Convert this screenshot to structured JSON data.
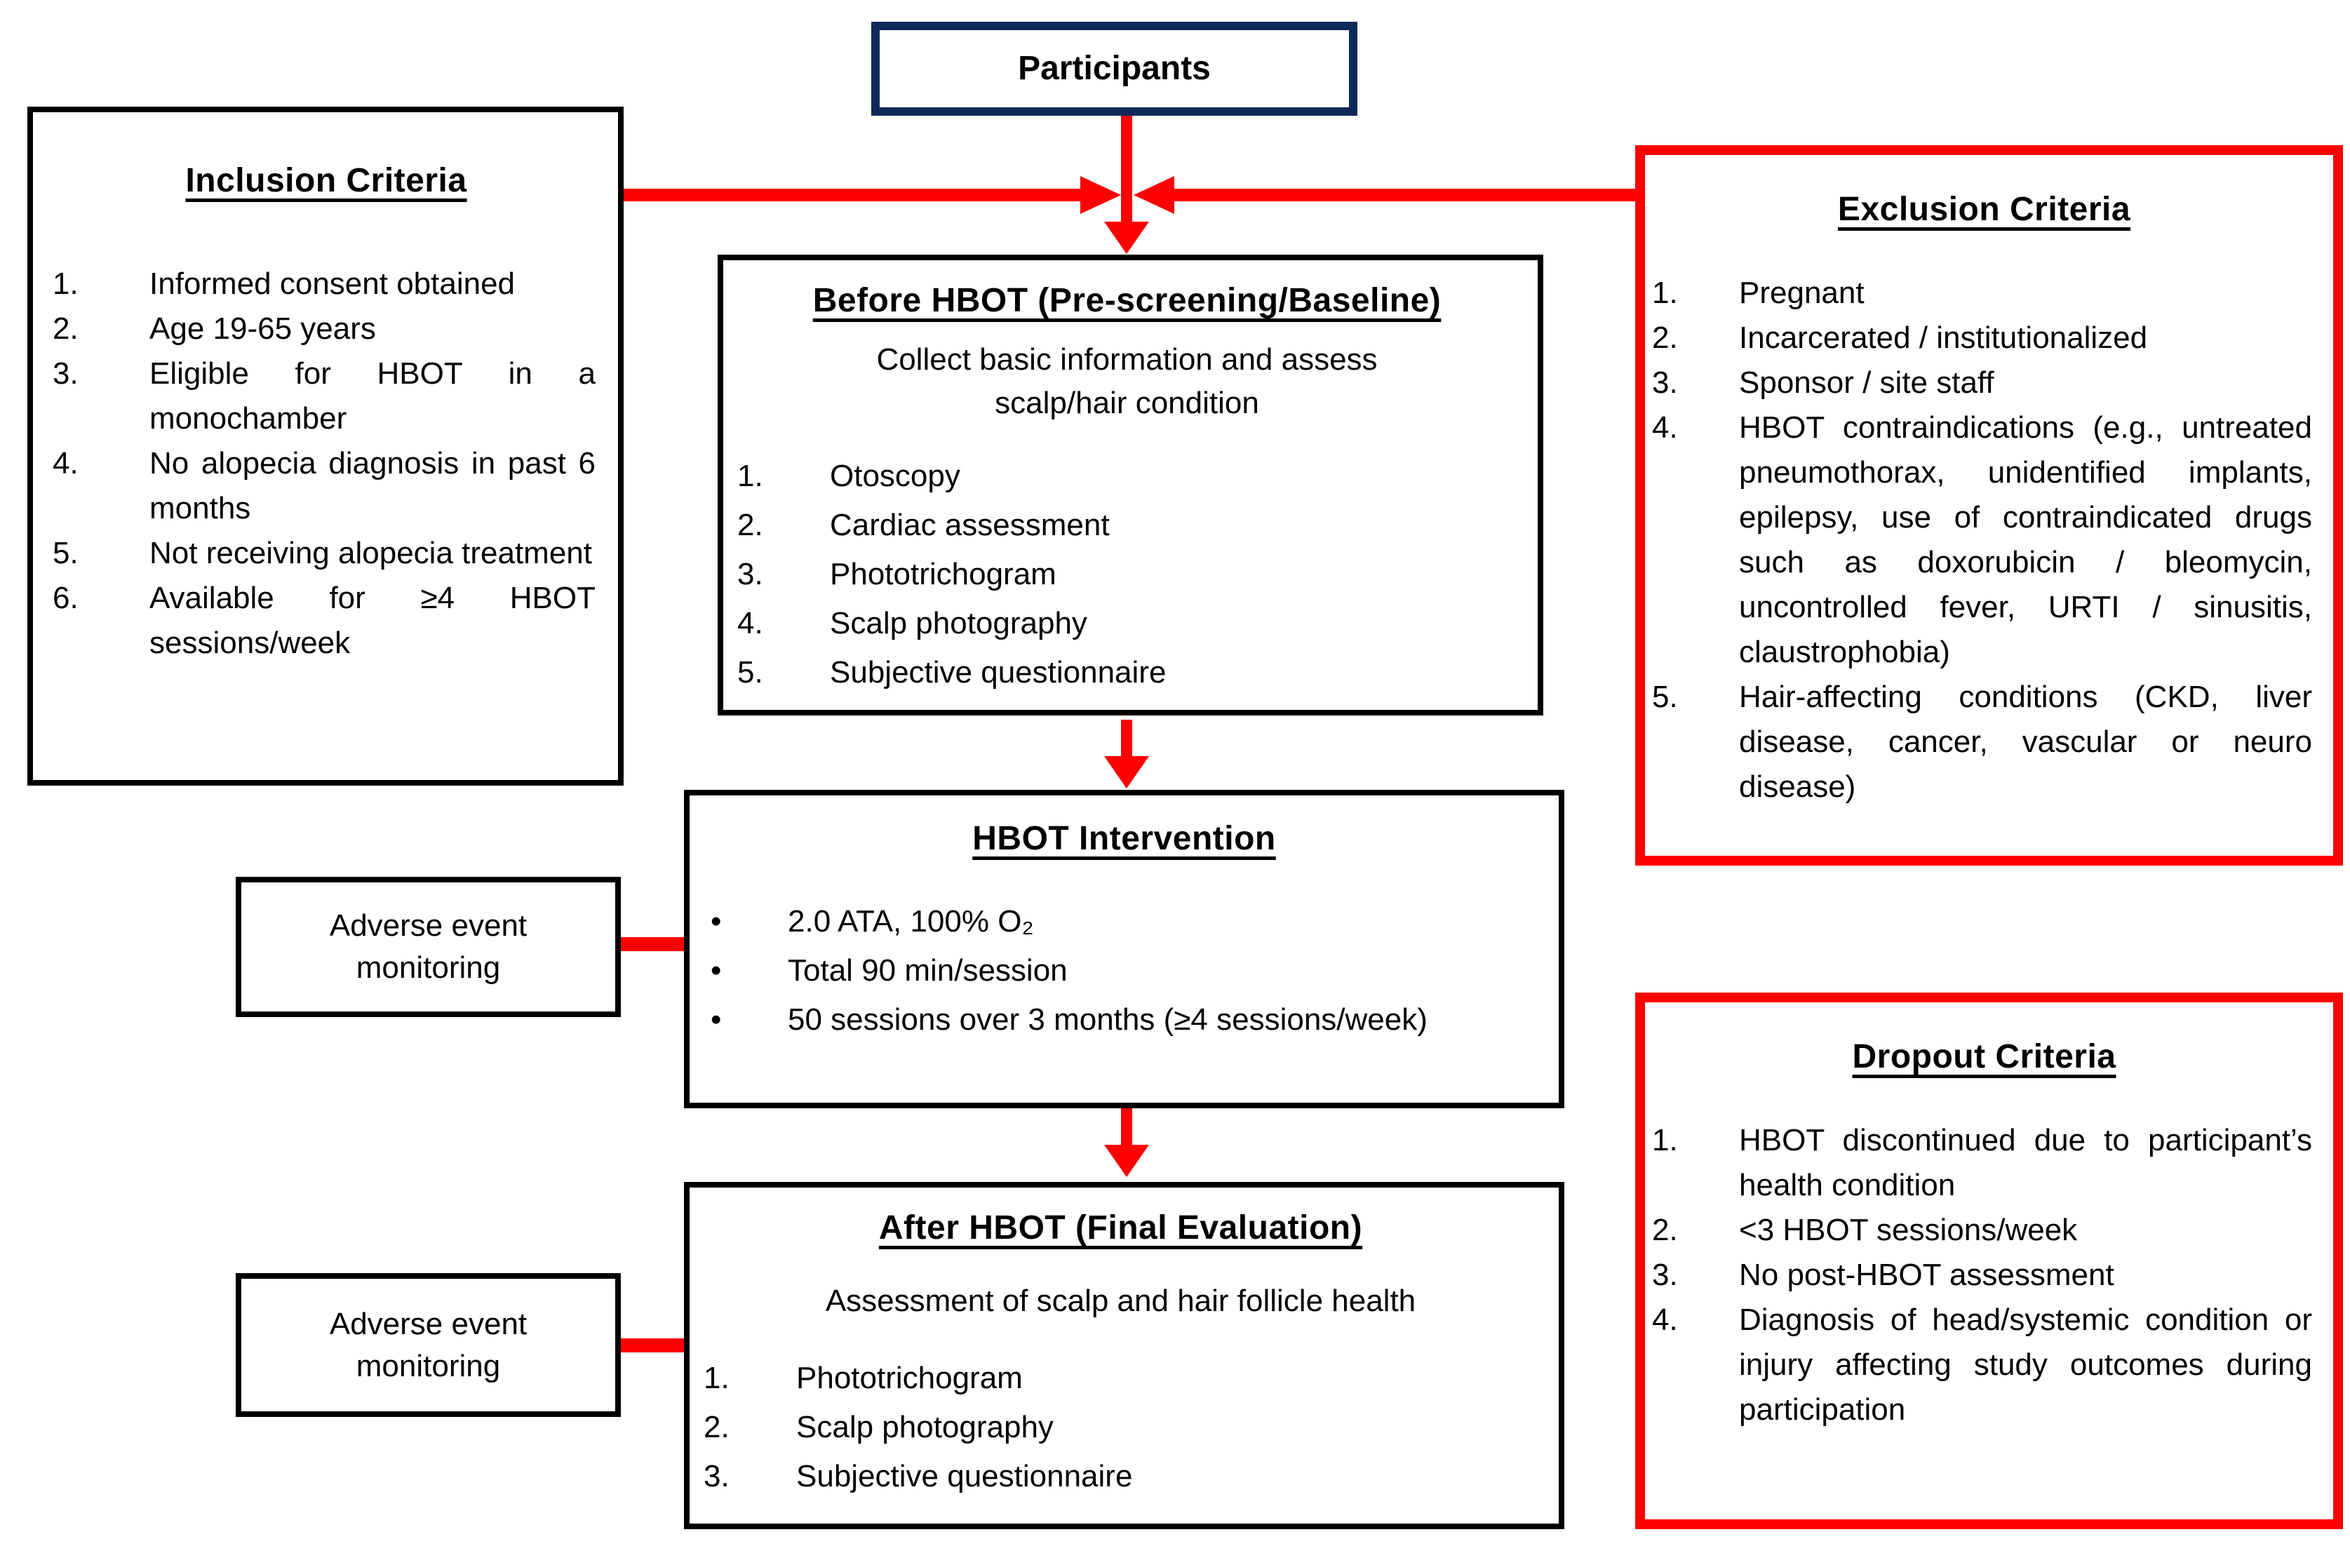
{
  "palette": {
    "red": "#FE0000",
    "navy": "#0E2A5A",
    "black": "#000000",
    "white": "#FFFFFF"
  },
  "participants": {
    "label": "Participants"
  },
  "inclusion": {
    "title": "Inclusion Criteria",
    "items": [
      {
        "num": "1.",
        "text": "Informed consent obtained"
      },
      {
        "num": "2.",
        "text": "Age 19-65 years"
      },
      {
        "num": "3.",
        "text": "Eligible for HBOT in a monochamber"
      },
      {
        "num": "4.",
        "text": "No alopecia diagnosis in past 6 months"
      },
      {
        "num": "5.",
        "text": "Not receiving alopecia treatment"
      },
      {
        "num": "6.",
        "text": "Available for ≥4 HBOT sessions/week"
      }
    ]
  },
  "exclusion": {
    "title": "Exclusion Criteria",
    "items": [
      {
        "num": "1.",
        "text": "Pregnant"
      },
      {
        "num": "2.",
        "text": "Incarcerated / institutionalized"
      },
      {
        "num": "3.",
        "text": "Sponsor / site staff"
      },
      {
        "num": "4.",
        "text": "HBOT contraindications (e.g., untreated pneumothorax, unidentified implants, epilepsy, use of contraindicated drugs such as doxorubicin / bleomycin, uncontrolled fever, URTI / sinusitis, claustrophobia)"
      },
      {
        "num": "5.",
        "text": "Hair-affecting conditions (CKD, liver disease, cancer, vascular or neuro disease)"
      }
    ]
  },
  "before_hbot": {
    "title": "Before HBOT (Pre-screening/Baseline)",
    "subtitle": "Collect basic information and assess scalp/hair condition",
    "items": [
      {
        "num": "1.",
        "text": "Otoscopy"
      },
      {
        "num": "2.",
        "text": "Cardiac assessment"
      },
      {
        "num": "3.",
        "text": "Phototrichogram"
      },
      {
        "num": "4.",
        "text": "Scalp photography"
      },
      {
        "num": "5.",
        "text": "Subjective questionnaire"
      }
    ]
  },
  "hbot_intervention": {
    "title": "HBOT Intervention",
    "items": [
      {
        "marker": "•",
        "text": "2.0 ATA, 100% O₂"
      },
      {
        "marker": "•",
        "text": "Total 90 min/session"
      },
      {
        "marker": "•",
        "text": "50 sessions over 3 months (≥4 sessions/week)"
      }
    ]
  },
  "after_hbot": {
    "title": "After HBOT (Final Evaluation)",
    "subtitle": "Assessment of scalp and hair follicle health",
    "items": [
      {
        "num": "1.",
        "text": "Phototrichogram"
      },
      {
        "num": "2.",
        "text": "Scalp photography"
      },
      {
        "num": "3.",
        "text": "Subjective questionnaire"
      }
    ]
  },
  "dropout": {
    "title": "Dropout Criteria",
    "items": [
      {
        "num": "1.",
        "text": "HBOT discontinued due to participant’s health condition"
      },
      {
        "num": "2.",
        "text": "<3 HBOT sessions/week"
      },
      {
        "num": "3.",
        "text": "No post-HBOT assessment"
      },
      {
        "num": "4.",
        "text": "Diagnosis of head/systemic condition or injury affecting study outcomes during participation"
      }
    ]
  },
  "adverse_monitoring_1": {
    "label": "Adverse event monitoring"
  },
  "adverse_monitoring_2": {
    "label": "Adverse event monitoring"
  }
}
